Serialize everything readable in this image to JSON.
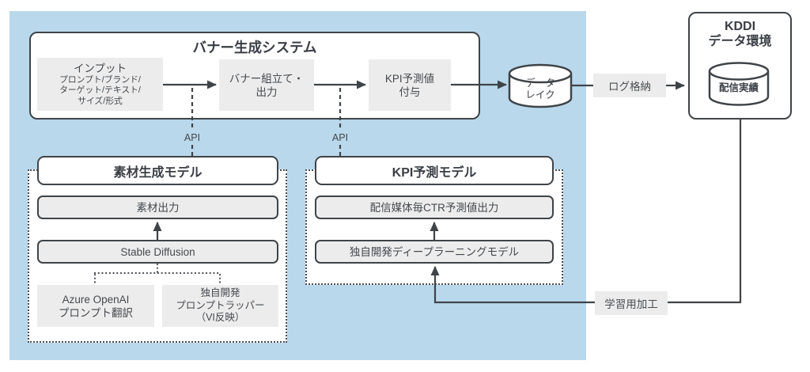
{
  "colors": {
    "background_blue": "#b9d8ec",
    "box_gray": "#ececec",
    "stroke_dark": "#3f4448"
  },
  "banner_system": {
    "title": "バナー生成システム",
    "input_box": {
      "title": "インプット",
      "detail_lines": [
        "プロンプト/ブランド/",
        "ターゲット/テキスト/",
        "サイズ/形式"
      ]
    },
    "assemble_box": {
      "lines": [
        "バナー組立て・",
        "出力"
      ]
    },
    "kpi_box": {
      "lines": [
        "KPI予測値",
        "付与"
      ]
    }
  },
  "api_label": "API",
  "data_lake": {
    "lines": [
      "データ",
      "レイク"
    ]
  },
  "log_store_label": "ログ格納",
  "kddi_env": {
    "title_lines": [
      "KDDI",
      "データ環境"
    ],
    "db_label": "配信実績"
  },
  "material_model": {
    "title": "素材生成モデル",
    "output_label": "素材出力",
    "engine_label": "Stable Diffusion",
    "azure_box": {
      "lines": [
        "Azure OpenAI",
        "プロンプト翻訳"
      ]
    },
    "wrapper_box": {
      "lines": [
        "独自開発",
        "プロンプトラッパー",
        "（VI反映）"
      ]
    }
  },
  "kpi_model": {
    "title": "KPI予測モデル",
    "output_label": "配信媒体毎CTR予測値出力",
    "engine_label": "独自開発ディープラーニングモデル"
  },
  "training_label": "学習用加工"
}
